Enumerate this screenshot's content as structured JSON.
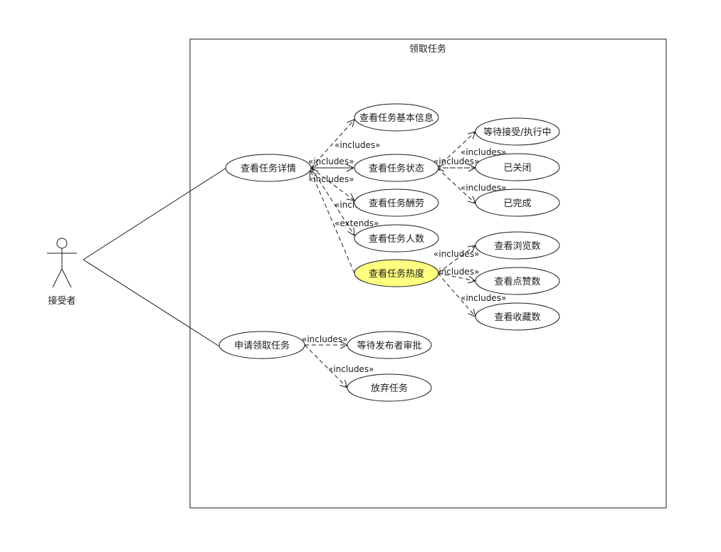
{
  "boundary": {
    "title": "领取任务"
  },
  "actor": {
    "label": "接受者"
  },
  "use_cases": {
    "view_details": "查看任务详情",
    "apply_task": "申请领取任务",
    "basic_info": "查看任务基本信息",
    "task_status": "查看任务状态",
    "task_reward": "查看任务酬劳",
    "task_people": "查看任务人数",
    "task_heat": "查看任务热度",
    "waiting_executing": "等待接受/执行中",
    "closed": "已关闭",
    "completed": "已完成",
    "view_count": "查看浏览数",
    "like_count": "查看点赞数",
    "fav_count": "查看收藏数",
    "wait_approval": "等待发布者审批",
    "abandon": "放弃任务"
  },
  "relations": {
    "includes": "«includes»",
    "extends": "«extends»"
  },
  "colors": {
    "highlight": "#ffff80",
    "line": "#1a1a1a"
  }
}
